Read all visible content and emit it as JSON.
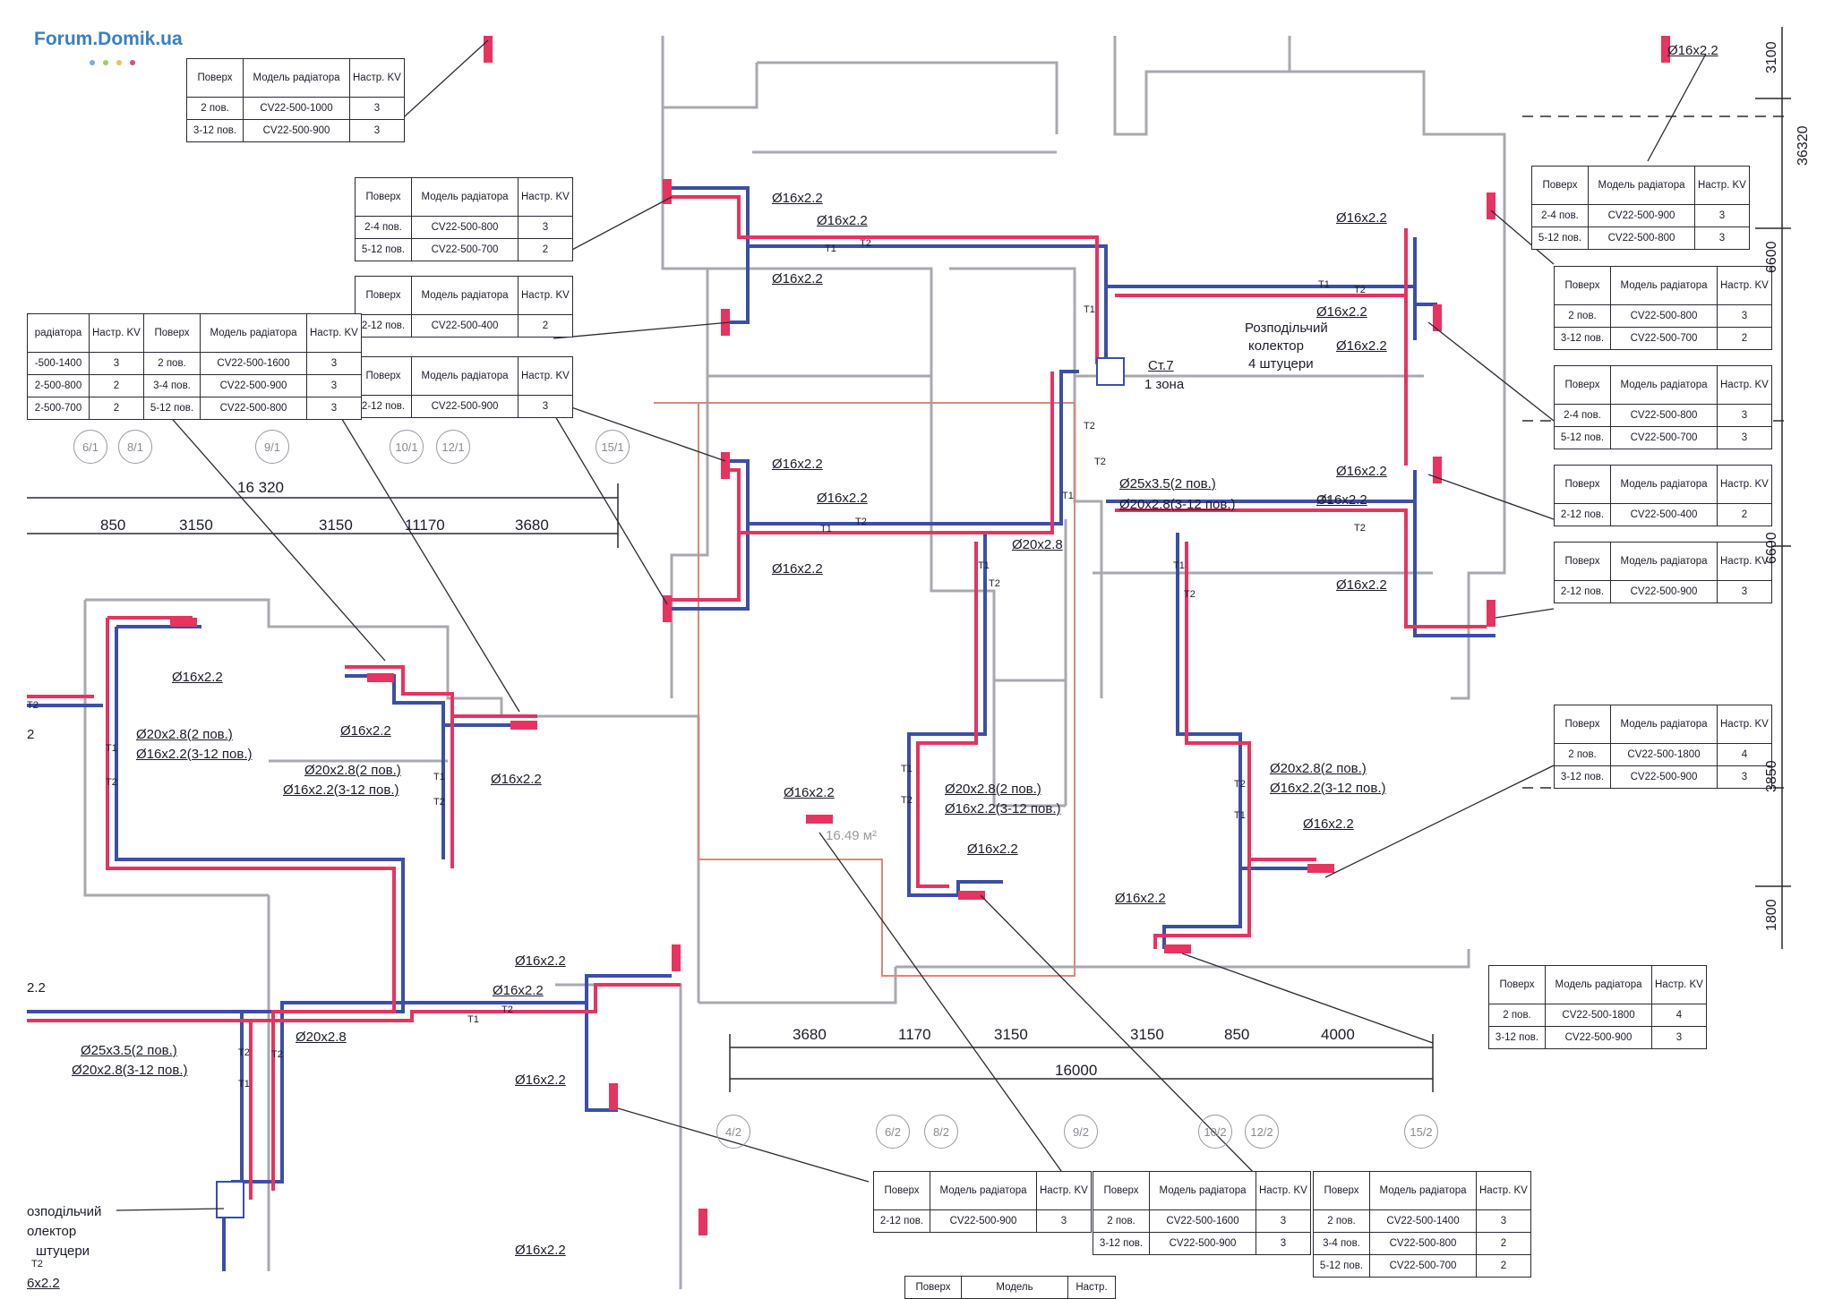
{
  "watermark": "Forum.Domik.ua",
  "colors": {
    "supply": "#e6335f",
    "return": "#3a4fa8",
    "leader": "#2a2a34",
    "wall": "#a8a8b0",
    "zone": "#d98a7a",
    "brand": "#3a7fc2"
  },
  "headers": {
    "floor": "Поверх",
    "model": "Модель радіатора",
    "kv": "Настр. KV"
  },
  "tables": [
    {
      "rows": [
        [
          "2 пов.",
          "CV22-500-1000",
          "3"
        ],
        [
          "3-12 пов.",
          "CV22-500-900",
          "3"
        ]
      ]
    },
    {
      "rows": [
        [
          "2-4 пов.",
          "CV22-500-800",
          "3"
        ],
        [
          "5-12 пов.",
          "CV22-500-700",
          "2"
        ]
      ]
    },
    {
      "rows": [
        [
          "2-12 пов.",
          "CV22-500-400",
          "2"
        ]
      ]
    },
    {
      "rows": [
        [
          "2-12 пов.",
          "CV22-500-900",
          "3"
        ]
      ]
    },
    {
      "rows": [
        [
          "2 пов.",
          "CV22-500-1600",
          "3"
        ],
        [
          "3-4 пов.",
          "CV22-500-900",
          "3"
        ],
        [
          "5-12 пов.",
          "CV22-500-800",
          "3"
        ]
      ]
    },
    {
      "model": "радіатора",
      "rows": [
        [
          "-500-1400",
          "3"
        ],
        [
          "2-500-800",
          "2"
        ],
        [
          "2-500-700",
          "2"
        ]
      ]
    },
    {
      "rows": [
        [
          "2-4 пов.",
          "CV22-500-900",
          "3"
        ],
        [
          "5-12 пов.",
          "CV22-500-800",
          "3"
        ]
      ]
    },
    {
      "rows": [
        [
          "2 пов.",
          "CV22-500-800",
          "3"
        ],
        [
          "3-12 пов.",
          "CV22-500-700",
          "2"
        ]
      ]
    },
    {
      "rows": [
        [
          "2-4 пов.",
          "CV22-500-800",
          "3"
        ],
        [
          "5-12 пов.",
          "CV22-500-700",
          "3"
        ]
      ]
    },
    {
      "rows": [
        [
          "2-12 пов.",
          "CV22-500-400",
          "2"
        ]
      ]
    },
    {
      "rows": [
        [
          "2-12 пов.",
          "CV22-500-900",
          "3"
        ]
      ]
    },
    {
      "rows": [
        [
          "2 пов.",
          "CV22-500-1800",
          "4"
        ],
        [
          "3-12 пов.",
          "CV22-500-900",
          "3"
        ]
      ]
    },
    {
      "rows": [
        [
          "2 пов.",
          "CV22-500-1800",
          "4"
        ],
        [
          "3-12 пов.",
          "CV22-500-900",
          "3"
        ]
      ]
    },
    {
      "rows": [
        [
          "2-12 пов.",
          "CV22-500-900",
          "3"
        ]
      ]
    },
    {
      "rows": [
        [
          "2 пов.",
          "CV22-500-1600",
          "3"
        ],
        [
          "3-12 пов.",
          "CV22-500-900",
          "3"
        ]
      ]
    },
    {
      "rows": [
        [
          "2 пов.",
          "CV22-500-1400",
          "3"
        ],
        [
          "3-4 пов.",
          "CV22-500-800",
          "2"
        ],
        [
          "5-12 пов.",
          "CV22-500-700",
          "2"
        ]
      ]
    }
  ],
  "partial": {
    "floor": "Поверх",
    "model": "Модель",
    "kv": "Настр."
  },
  "pipe": {
    "d16": "Ø16x2.2",
    "d20": "Ø20x2.8",
    "d20_2": "Ø20x2.8(2 пов.)",
    "d16_312": "Ø16x2.2(3-12 пов.)",
    "d25_2": "Ø25x3.5(2 пов.)",
    "d20_312": "Ø20x2.8(3-12 пов.)",
    "d2": "2",
    "d22": "2.2",
    "d6x22": "6x2.2"
  },
  "tags": {
    "t1": "T1",
    "t2": "T2"
  },
  "collector": {
    "line1": "Розподільчий",
    "line2": "колектор",
    "line3": "4 штуцери",
    "stack": "Ст.7",
    "zone": "1 зона",
    "frag1": "озподільчий",
    "frag2": "олектор",
    "frag3": "штуцери"
  },
  "room_area": "16.49 м²",
  "dims_top": {
    "total": "16 320",
    "s1": "850",
    "s2": "3150",
    "s3": "3150",
    "s4": "11170",
    "s5": "3680"
  },
  "dims_bottom": {
    "s1": "3680",
    "s2": "1170",
    "s3": "3150",
    "s4": "3150",
    "s5": "850",
    "s6": "4000",
    "total": "16000"
  },
  "dims_right": {
    "d1": "3100",
    "d2": "36320",
    "d3": "6600",
    "d4": "6600",
    "d5": "3850",
    "d6": "1800"
  },
  "axes_top": [
    "6/1",
    "8/1",
    "9/1",
    "10/1",
    "12/1",
    "15/1"
  ],
  "axes_bottom": [
    "4/2",
    "6/2",
    "8/2",
    "9/2",
    "10/2",
    "12/2",
    "15/2"
  ]
}
